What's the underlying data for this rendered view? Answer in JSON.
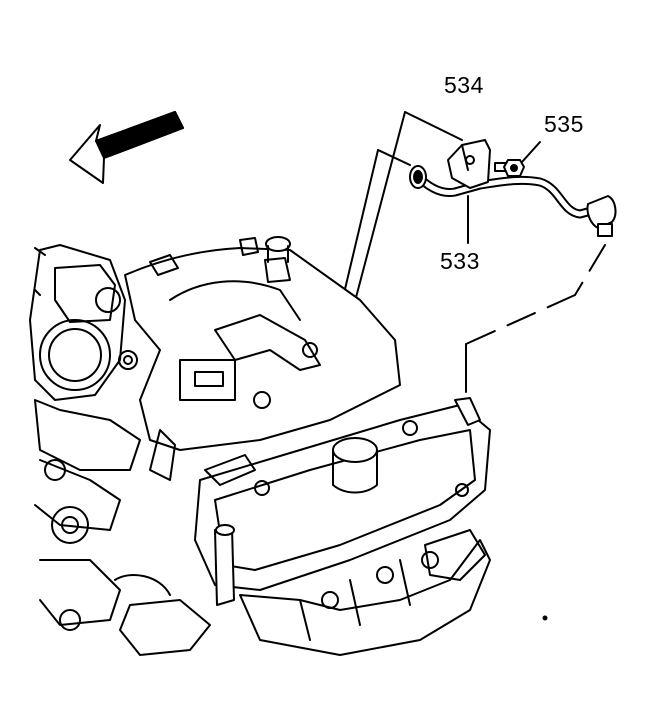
{
  "callouts": {
    "c534": "534",
    "c535": "535",
    "c533": "533"
  },
  "colors": {
    "ink": "#000000",
    "paper": "#ffffff"
  },
  "icons": {
    "direction_arrow": "front-direction-arrow-icon"
  }
}
